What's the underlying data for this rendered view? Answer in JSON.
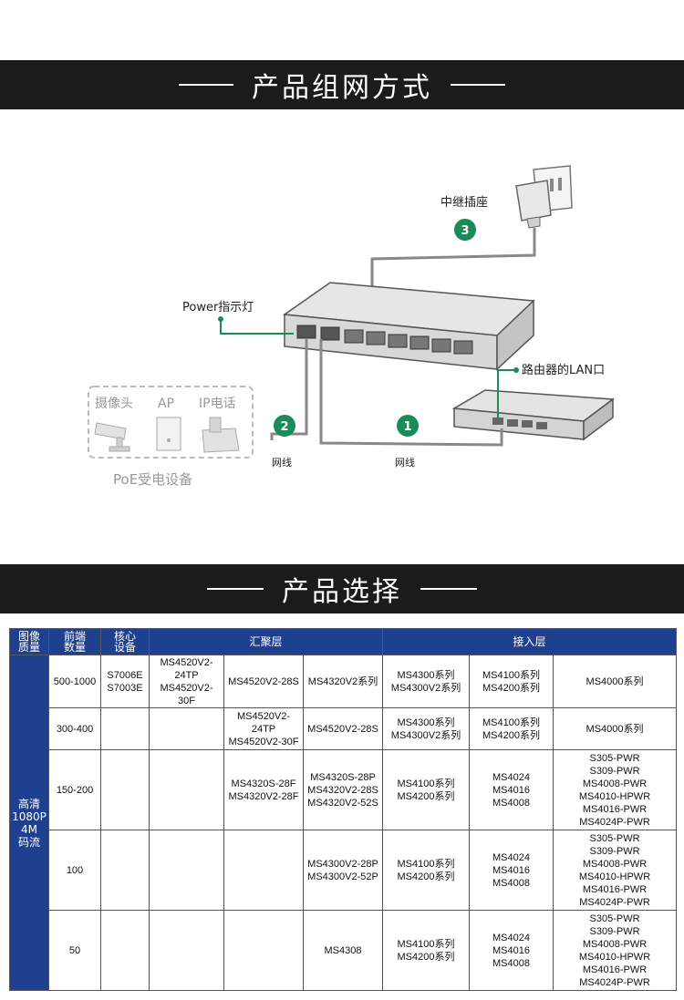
{
  "sections": {
    "networking_title": "产品组网方式",
    "selection_title": "产品选择"
  },
  "diagram": {
    "label_power_socket": "中继插座",
    "label_power_led": "Power指示灯",
    "label_router_lan": "路由器的LAN口",
    "label_poe_devices": "PoE受电设备",
    "label_camera": "摄像头",
    "label_ap": "AP",
    "label_ip_phone": "IP电话",
    "label_cable_2": "网线",
    "label_cable_1": "网线",
    "step_1": "1",
    "step_2": "2",
    "step_3": "3",
    "accent_color": "#1a8c5a"
  },
  "table": {
    "header": {
      "quality": "图像\n质量",
      "front_count": "前端\n数量",
      "core": "核心\n设备",
      "aggregation": "汇聚层",
      "access": "接入层"
    },
    "quality_label": "高清\n1080P\n4M\n码流",
    "rows": [
      {
        "count": "500-1000",
        "core": "S7006E\nS7003E",
        "agg1": "MS4520V2-\n24TP\nMS4520V2-\n30F",
        "agg2": "MS4520V2-28S",
        "agg3": "MS4320V2系列",
        "acc1": "MS4300系列\nMS4300V2系列",
        "acc2": "MS4100系列\nMS4200系列",
        "acc3": "MS4000系列"
      },
      {
        "count": "300-400",
        "core": "",
        "agg1": "",
        "agg2": "MS4520V2-\n24TP\nMS4520V2-30F",
        "agg3": "MS4520V2-28S",
        "acc1": "MS4300系列\nMS4300V2系列",
        "acc2": "MS4100系列\nMS4200系列",
        "acc3": "MS4000系列"
      },
      {
        "count": "150-200",
        "core": "",
        "agg1": "",
        "agg2": "MS4320S-28F\nMS4320V2-28F",
        "agg3": "MS4320S-28P\nMS4320V2-28S\nMS4320V2-52S",
        "acc1": "MS4100系列\nMS4200系列",
        "acc2": "MS4024\nMS4016\nMS4008",
        "acc3": "S305-PWR\nS309-PWR\nMS4008-PWR\nMS4010-HPWR\nMS4016-PWR\nMS4024P-PWR"
      },
      {
        "count": "100",
        "core": "",
        "agg1": "",
        "agg2": "",
        "agg3": "MS4300V2-28P\nMS4300V2-52P",
        "acc1": "MS4100系列\nMS4200系列",
        "acc2": "MS4024\nMS4016\nMS4008",
        "acc3": "S305-PWR\nS309-PWR\nMS4008-PWR\nMS4010-HPWR\nMS4016-PWR\nMS4024P-PWR"
      },
      {
        "count": "50",
        "core": "",
        "agg1": "",
        "agg2": "",
        "agg3": "MS4308",
        "acc1": "MS4100系列\nMS4200系列",
        "acc2": "MS4024\nMS4016\nMS4008",
        "acc3": "S305-PWR\nS309-PWR\nMS4008-PWR\nMS4010-HPWR\nMS4016-PWR\nMS4024P-PWR"
      }
    ]
  }
}
